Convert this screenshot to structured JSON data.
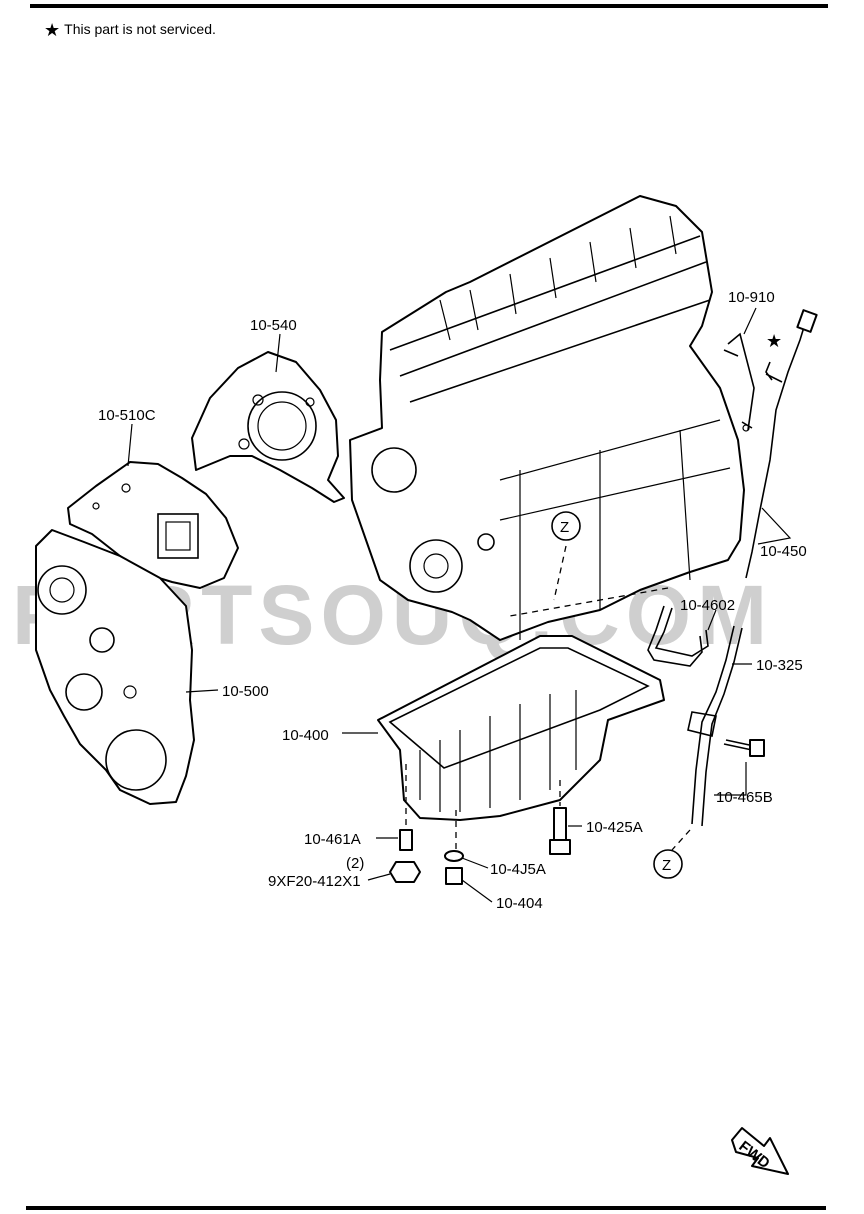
{
  "note": {
    "symbol": "★",
    "text": "This part is not serviced."
  },
  "watermark": "PARTSOUQ.COM",
  "labels": {
    "p10_540": "10-540",
    "p10_510c": "10-510C",
    "p10_500": "10-500",
    "p10_910": "10-910",
    "p10_450": "10-450",
    "p10_4602": "10-4602",
    "p10_325": "10-325",
    "p10_400": "10-400",
    "p10_465b": "10-465B",
    "p10_461a": "10-461A",
    "p10_425a": "10-425A",
    "p10_4j5a": "10-4J5A",
    "p10_404": "10-404",
    "qty": "(2)",
    "p9xf20": "9XF20-412X1",
    "ref_z1": "Z",
    "ref_z2": "Z",
    "fwd": "FWD"
  },
  "icons": {
    "star": "star-icon",
    "fwd_arrow": "fwd-arrow-icon"
  }
}
